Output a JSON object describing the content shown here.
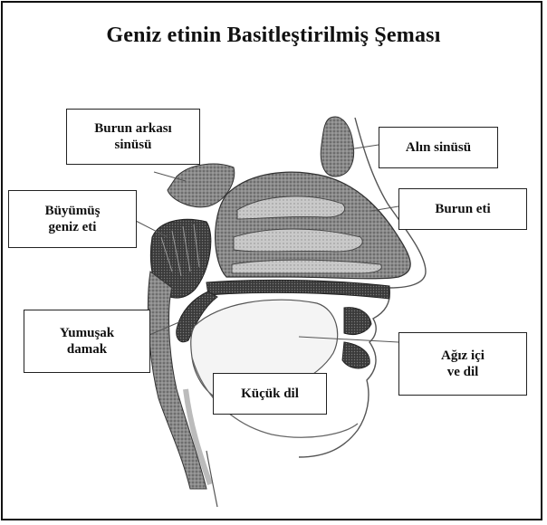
{
  "title": "Geniz etinin Basitleştirilmiş Şeması",
  "labels": {
    "burun_arkasi": "Burun arkası\nsinüsü",
    "alin_sinusu": "Alın sinüsü",
    "buyumus_geniz": "Büyümüş\ngeniz eti",
    "burun_eti": "Burun eti",
    "yumusak_damak": "Yumuşak\ndamak",
    "agiz_ici": "Ağız içi\nve dil",
    "kucuk_dil": "Küçük dil"
  }
}
